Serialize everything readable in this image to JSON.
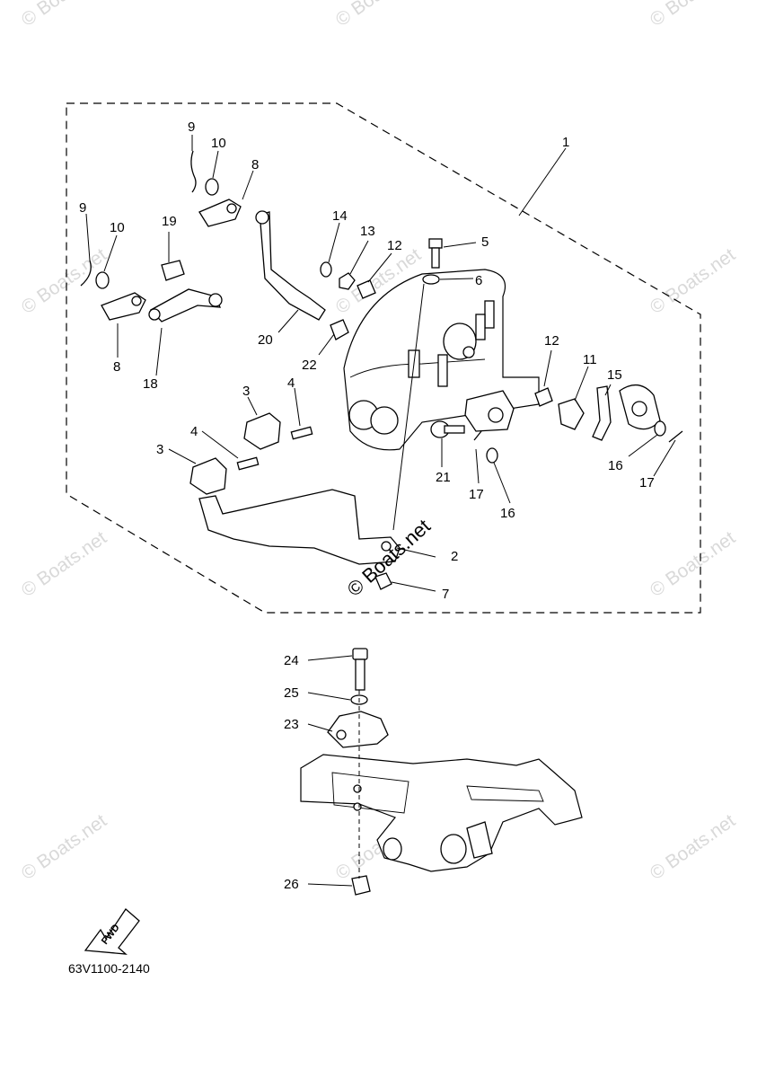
{
  "diagram": {
    "part_code": "63V1100-2140",
    "fwd_label": "FWD",
    "watermark_text": "© Boats.net",
    "callouts": [
      {
        "id": "c1",
        "text": "1"
      },
      {
        "id": "c2",
        "text": "2"
      },
      {
        "id": "c3a",
        "text": "3"
      },
      {
        "id": "c3b",
        "text": "3"
      },
      {
        "id": "c4a",
        "text": "4"
      },
      {
        "id": "c4b",
        "text": "4"
      },
      {
        "id": "c5",
        "text": "5"
      },
      {
        "id": "c6",
        "text": "6"
      },
      {
        "id": "c7",
        "text": "7"
      },
      {
        "id": "c8a",
        "text": "8"
      },
      {
        "id": "c8b",
        "text": "8"
      },
      {
        "id": "c9a",
        "text": "9"
      },
      {
        "id": "c9b",
        "text": "9"
      },
      {
        "id": "c10a",
        "text": "10"
      },
      {
        "id": "c10b",
        "text": "10"
      },
      {
        "id": "c11",
        "text": "11"
      },
      {
        "id": "c12a",
        "text": "12"
      },
      {
        "id": "c12b",
        "text": "12"
      },
      {
        "id": "c13",
        "text": "13"
      },
      {
        "id": "c14",
        "text": "14"
      },
      {
        "id": "c15",
        "text": "15"
      },
      {
        "id": "c16a",
        "text": "16"
      },
      {
        "id": "c16b",
        "text": "16"
      },
      {
        "id": "c17a",
        "text": "17"
      },
      {
        "id": "c17b",
        "text": "17"
      },
      {
        "id": "c18",
        "text": "18"
      },
      {
        "id": "c19",
        "text": "19"
      },
      {
        "id": "c20",
        "text": "20"
      },
      {
        "id": "c21",
        "text": "21"
      },
      {
        "id": "c22",
        "text": "22"
      },
      {
        "id": "c23",
        "text": "23"
      },
      {
        "id": "c24",
        "text": "24"
      },
      {
        "id": "c25",
        "text": "25"
      },
      {
        "id": "c26",
        "text": "26"
      }
    ]
  }
}
